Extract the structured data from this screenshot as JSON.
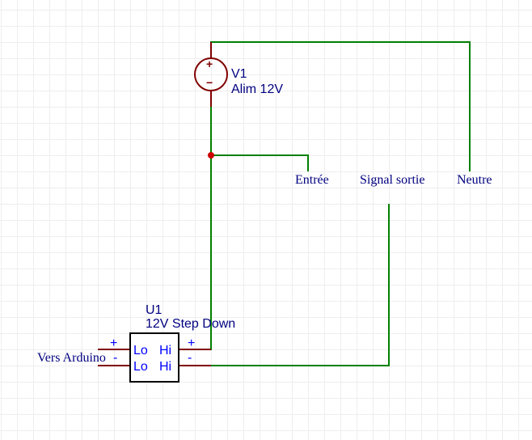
{
  "components": {
    "v1": {
      "ref": "V1",
      "value": "Alim 12V",
      "plus": "+",
      "minus": "−"
    },
    "u1": {
      "ref": "U1",
      "value": "12V Step Down",
      "pins": {
        "lo_top": "Lo",
        "hi_top": "Hi",
        "lo_bottom": "Lo",
        "hi_bottom": "Hi",
        "left_plus": "+",
        "left_minus": "-",
        "right_plus": "+",
        "right_minus": "-"
      }
    }
  },
  "net_labels": {
    "entree": "Entrée",
    "signal_sortie": "Signal sortie",
    "neutre": "Neutre",
    "vers_arduino": "Vers Arduino"
  },
  "colors": {
    "wire": "#008000",
    "component": "#800000",
    "label": "#000080",
    "pin_label": "#0000ff",
    "junction": "#cc0000",
    "grid": "#eeeeee"
  }
}
